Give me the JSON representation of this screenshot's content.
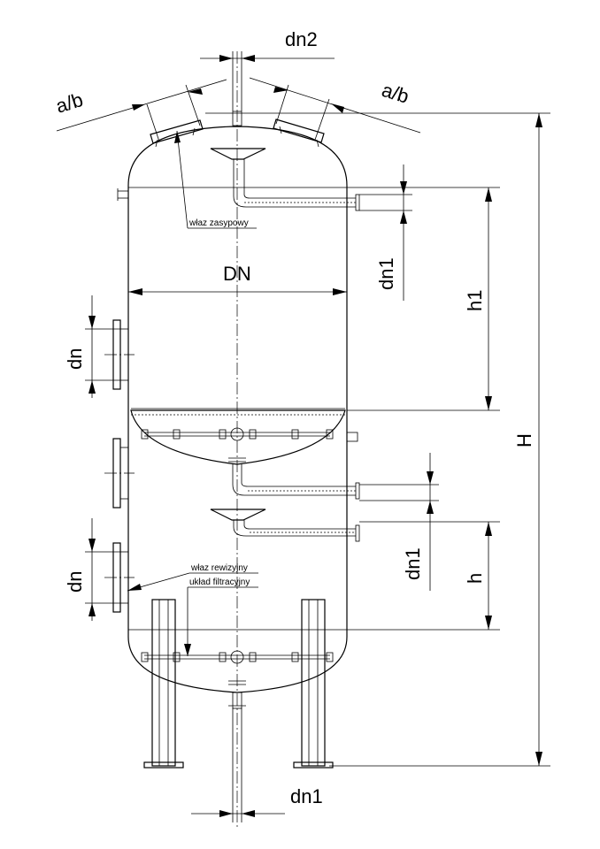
{
  "labels": {
    "dn2": "dn2",
    "ab_left": "a/b",
    "ab_right": "a/b",
    "DN": "DN",
    "dn1_top": "dn1",
    "h1": "h1",
    "H": "H",
    "dn_upper": "dn",
    "dn_lower": "dn",
    "dn1_mid": "dn1",
    "h": "h",
    "dn1_bottom": "dn1"
  },
  "callouts": {
    "fill_manhole": "właz zasypowy",
    "inspection_manhole": "właz rewizyjny",
    "filtration_system": "układ filtracyjny"
  }
}
